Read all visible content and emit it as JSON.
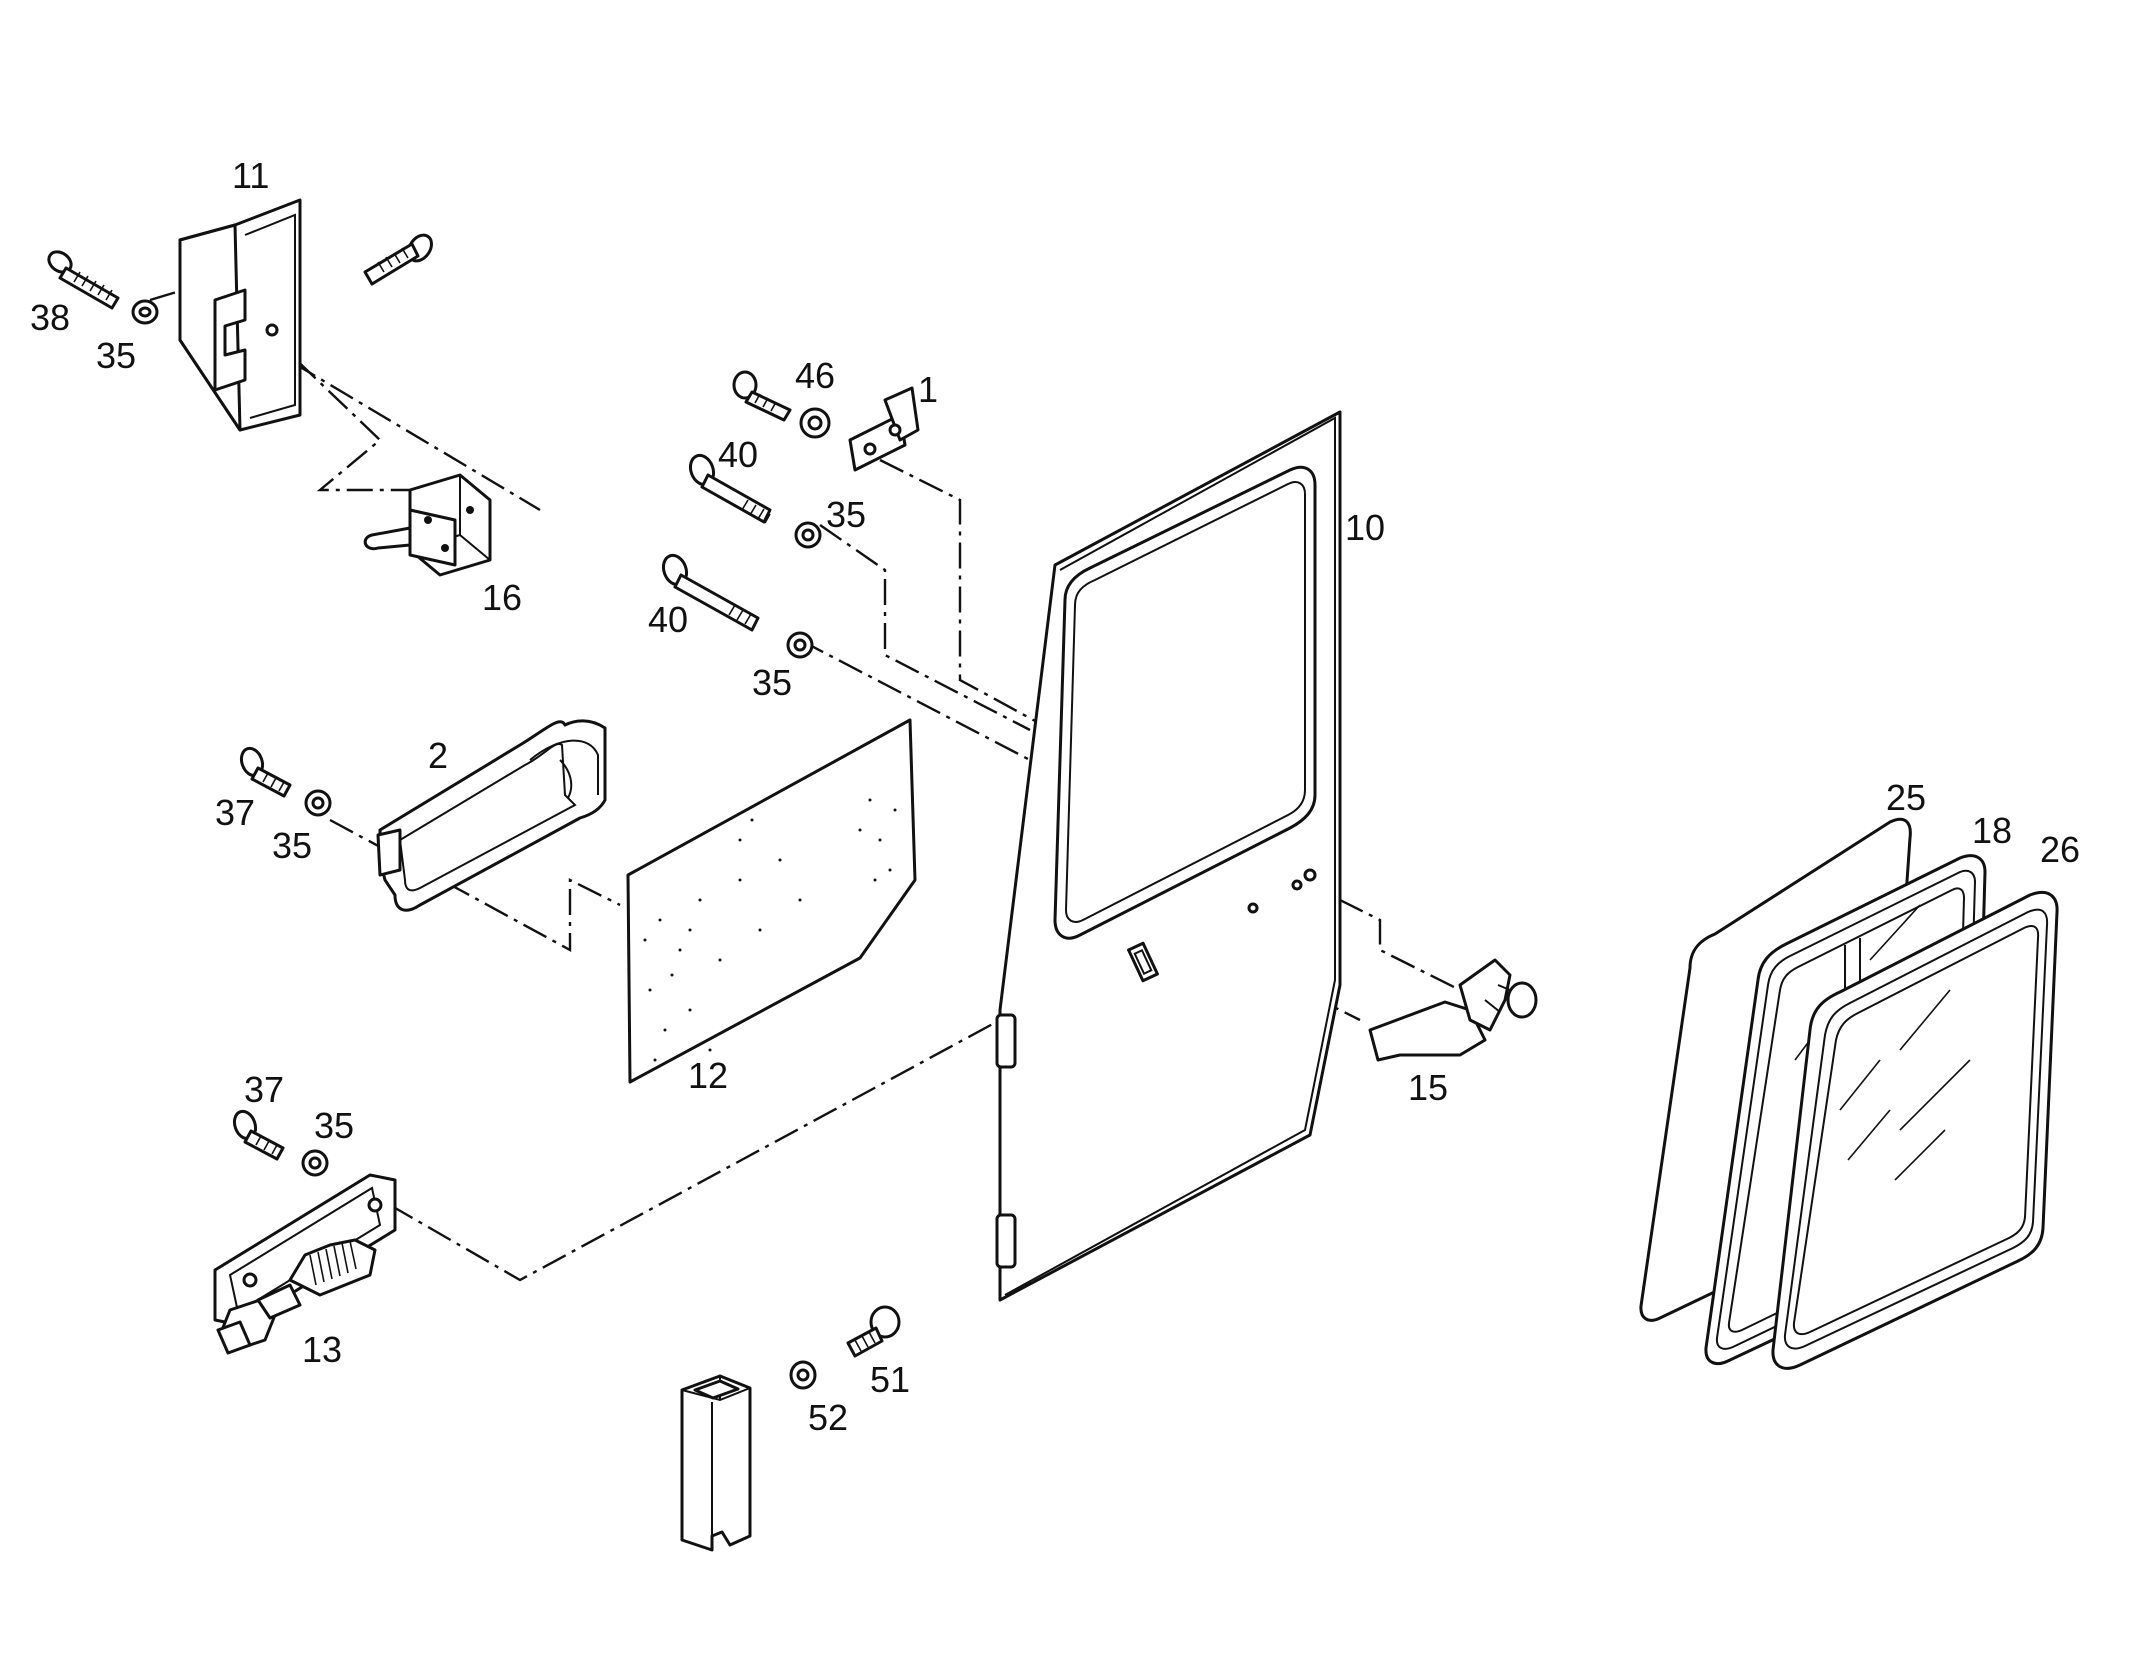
{
  "callouts": {
    "c1": "1",
    "c2": "2",
    "c10": "10",
    "c11": "11",
    "c12": "12",
    "c13": "13",
    "c15": "15",
    "c16": "16",
    "c18": "18",
    "c25": "25",
    "c26": "26",
    "c35a": "35",
    "c35b": "35",
    "c35c": "35",
    "c35d": "35",
    "c35e": "35",
    "c37a": "37",
    "c37b": "37",
    "c38": "38",
    "c40a": "40",
    "c40b": "40",
    "c46": "46",
    "c51": "51",
    "c52": "52"
  }
}
